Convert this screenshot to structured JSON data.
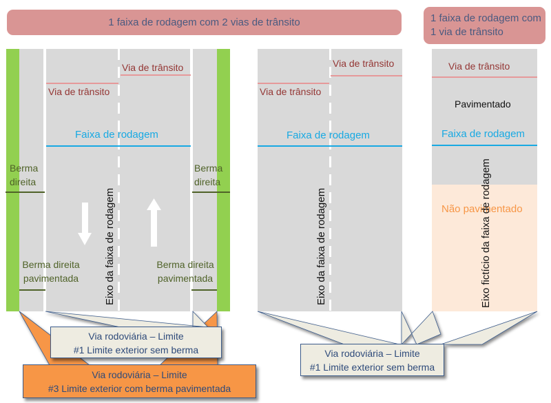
{
  "titles": {
    "two_lanes": "1 faixa de rodagem com 2 vias de trânsito",
    "one_lane": "1 faixa de rodagem com 1 via de trânsito"
  },
  "labels": {
    "via_transito": "Via de trânsito",
    "faixa_rodagem": "Faixa de rodagem",
    "berma_direita": "Berma direita",
    "berma_direita_pav_line1": "Berma direita",
    "berma_direita_pav_line2": "pavimentada",
    "berma_line1": "Berma",
    "berma_line2": "direita",
    "eixo": "Eixo da faixa de rodagem",
    "eixo_ficticio": "Eixo fictício da faixa de rodagem",
    "pavimentado": "Pavimentado",
    "nao_pavimentado": "Não pavimentado"
  },
  "callouts": {
    "limit1": {
      "line1": "Via rodoviária – Limite",
      "line2": "#1 Limite exterior sem berma"
    },
    "limit3": {
      "line1": "Via rodoviária – Limite",
      "line2": "#3 Limite exterior com berma pavimentada"
    }
  },
  "colors": {
    "title_fill": "#d99594",
    "road_grey": "#d9d9d9",
    "shoulder_green": "#92d050",
    "unpaved_peach": "#fde9d9",
    "callout_beige": "#eeece1",
    "callout_orange": "#f79646",
    "traffic_lane_text": "#943634",
    "carriageway_blue": "#17a9e3"
  }
}
